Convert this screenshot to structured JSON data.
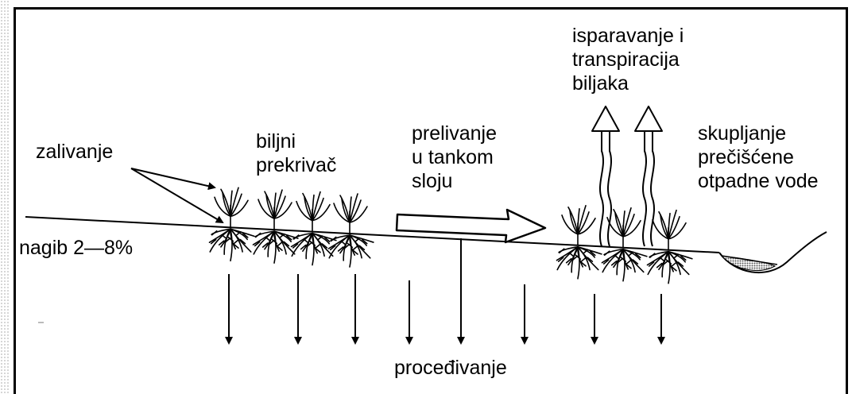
{
  "labels": {
    "irrigation": "zalivanje",
    "plant_cover": "biljni\nprekrivač",
    "overland_flow": "prelivanje\nu tankom\nsloju",
    "evapotranspiration": "isparavanje i\ntranspiracija\nbiljaka",
    "collection": "skupljanje\nprečišćene\notpadne vode",
    "slope": "nagib 2—8%",
    "percolation": "procеđivanje"
  },
  "colors": {
    "ink": "#000000",
    "background": "#ffffff",
    "water": "#777777"
  },
  "icons": {
    "plant": "plant-icon",
    "vapor_arrow": "wavy-up-arrow-icon",
    "flow_arrow": "block-right-arrow-icon",
    "percolation_arrow": "down-arrow-icon"
  }
}
